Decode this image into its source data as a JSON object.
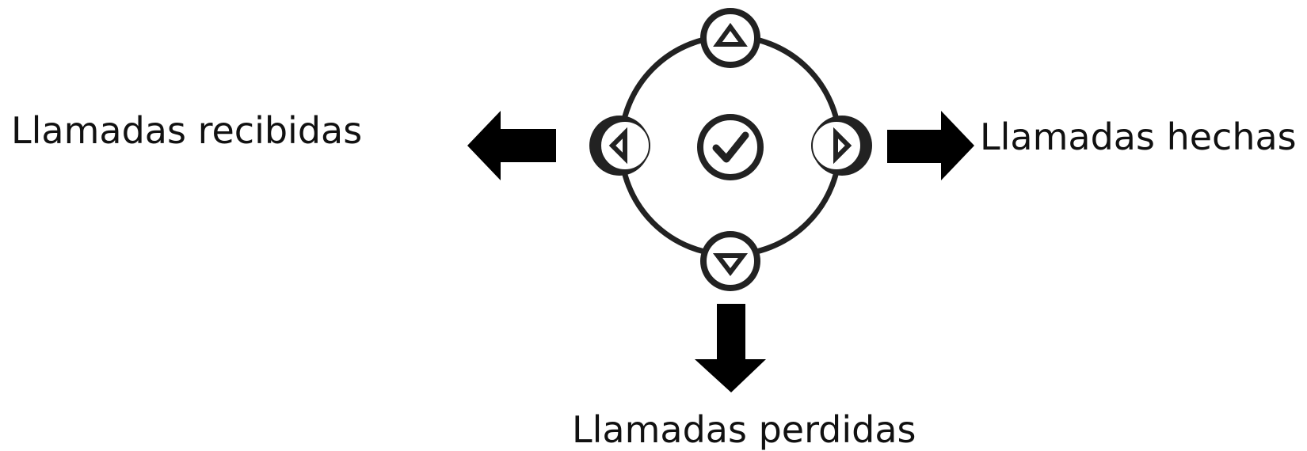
{
  "labels": {
    "left": "Llamadas recibidas",
    "right": "Llamadas hechas",
    "bottom": "Llamadas perdidas"
  },
  "colors": {
    "stroke": "#222222",
    "arrow": "#000000",
    "background": "#ffffff"
  },
  "icons": {
    "center": "checkmark-icon",
    "up": "up-triangle-icon",
    "down": "down-triangle-icon",
    "left": "left-triangle-icon",
    "right": "right-triangle-icon"
  }
}
